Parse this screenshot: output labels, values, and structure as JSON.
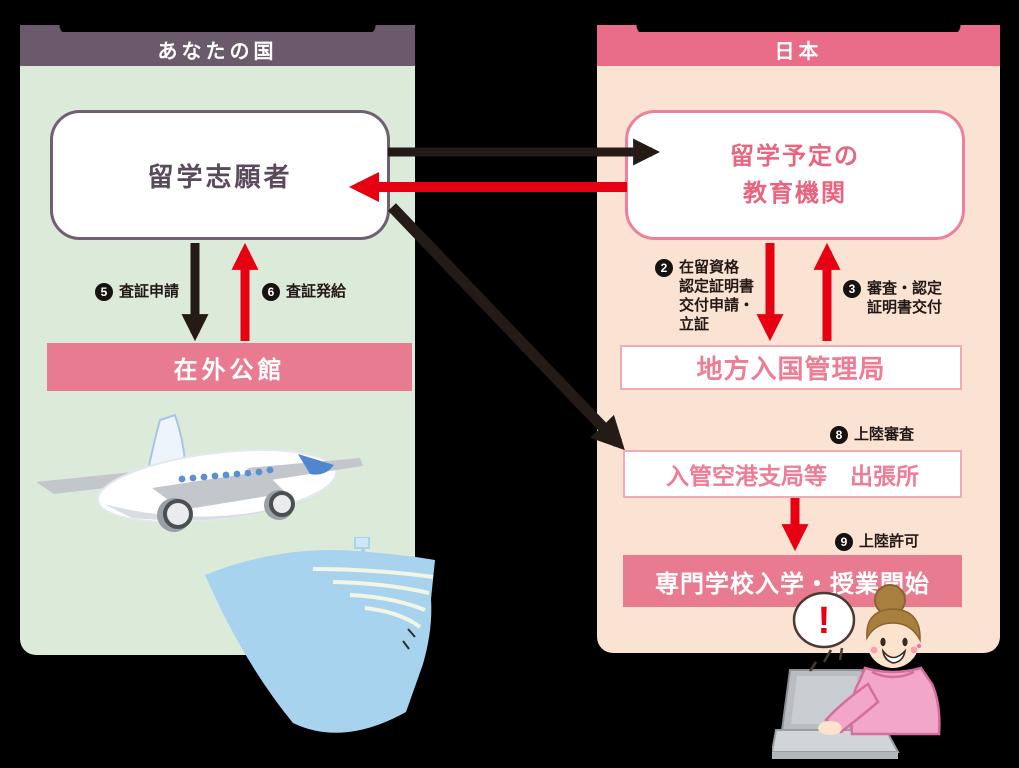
{
  "left_panel": {
    "header_title": "あなたの国",
    "applicant_box_label": "留学志願者",
    "step5_num": "5",
    "step5_label": "査証申請",
    "step6_num": "6",
    "step6_label": "査証発給",
    "consulate_box_label": "在外公館"
  },
  "right_panel": {
    "header_title": "日本",
    "school_box_line1": "留学予定の",
    "school_box_line2": "教育機関",
    "step2_num": "2",
    "step2_line1": "在留資格",
    "step2_line2": "認定証明書",
    "step2_line3": "交付申請・",
    "step2_line4": "立証",
    "step3_num": "3",
    "step3_line1": "審査・認定",
    "step3_line2": "証明書交付",
    "bureau_box_label": "地方入国管理局",
    "step8_num": "8",
    "step8_label": "上陸審査",
    "airport_box_label": "入管空港支局等　出張所",
    "step9_num": "9",
    "step9_label": "上陸許可",
    "start_box_label": "専門学校入学・授業開始"
  },
  "illustrations": {
    "speech_bubble_text": "!"
  },
  "colors": {
    "page_bg": "#000000",
    "left_header_bg": "#6b5a6b",
    "left_panel_bg": "#dcead9",
    "right_header_bg": "#e96d89",
    "right_panel_bg": "#fbe3d4",
    "pink_box_bg": "#e87b90",
    "accent_red": "#e60012",
    "arrow_black": "#241a16",
    "pink_text": "#e9647f",
    "purple_text": "#5a4b5c"
  }
}
